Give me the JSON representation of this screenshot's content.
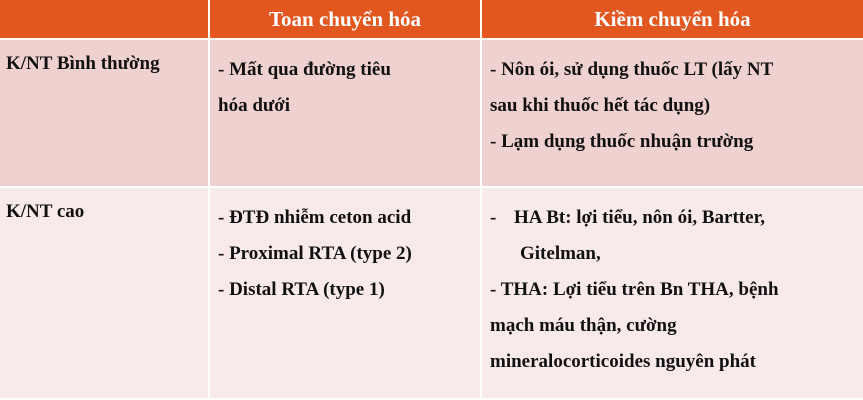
{
  "header": {
    "col1": "",
    "col2": "Toan chuyển hóa",
    "col3": "Kiềm chuyển hóa"
  },
  "rows": [
    {
      "label": "K/NT Bình thường",
      "acidosis": {
        "line1": "- Mất qua đường tiêu",
        "line2": "hóa dưới"
      },
      "alkalosis": {
        "line1": "- Nôn ói, sử dụng thuốc LT (lấy NT",
        "line2": "sau khi thuốc hết tác dụng)",
        "line3": "- Lạm dụng thuốc nhuận trường"
      }
    },
    {
      "label": "K/NT cao",
      "acidosis": {
        "line1": "- ĐTĐ nhiễm ceton acid",
        "line2": "- Proximal RTA (type 2)",
        "line3": "- Distal RTA (type 1)"
      },
      "alkalosis": {
        "dash": "-",
        "line1": "HA Bt: lợi tiểu, nôn ói, Bartter,",
        "line2": "Gitelman,",
        "line3": "- THA: Lợi tiểu trên Bn THA, bệnh",
        "line4": "mạch máu thận, cường",
        "line5": "mineralocorticoides nguyên phát"
      }
    }
  ],
  "colors": {
    "header_bg": "#e2561f",
    "row1_bg": "#efd2cf",
    "row2_bg": "#f8eaea"
  }
}
